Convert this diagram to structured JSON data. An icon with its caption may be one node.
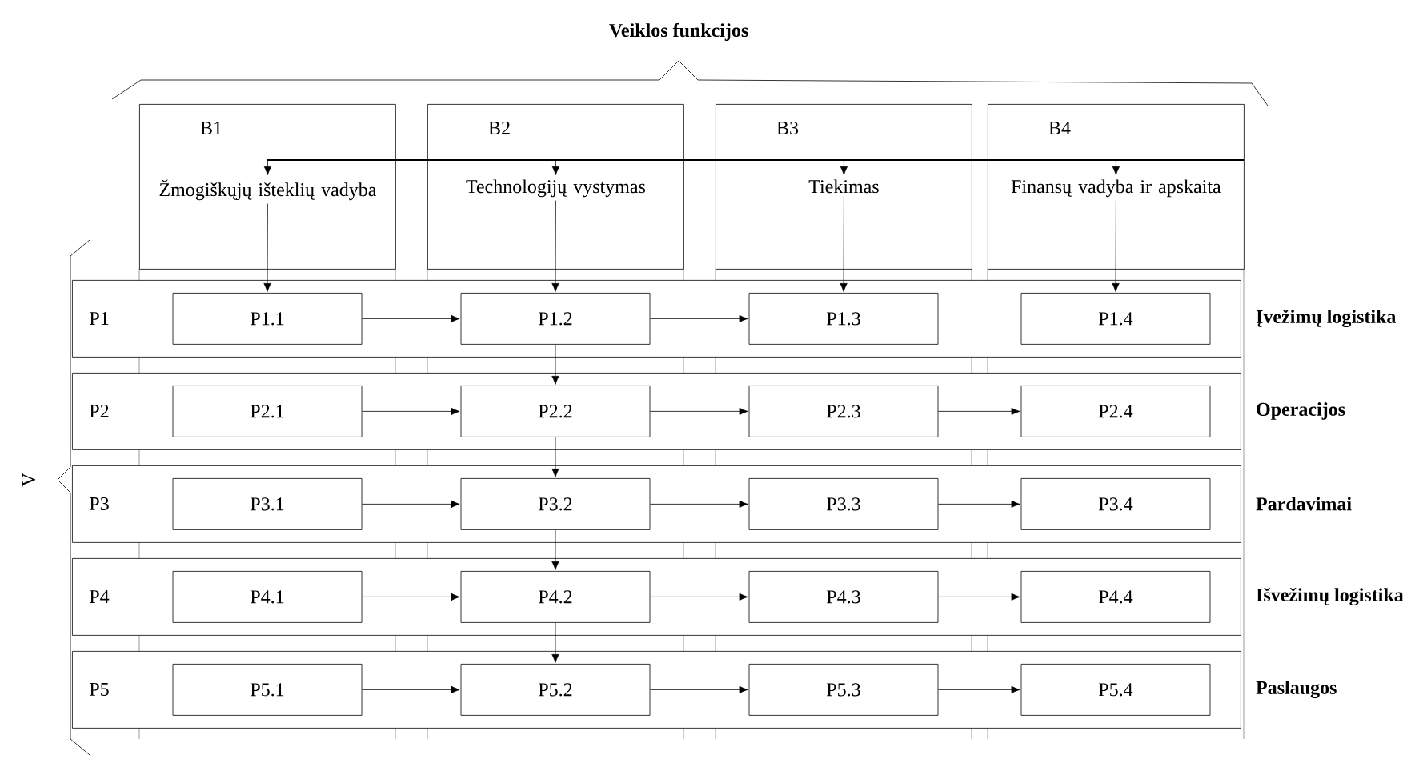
{
  "diagram": {
    "nodes": [
      {
        "text": [],
        "shape": "bar"
      },
      {
        "text": [
          "B1"
        ]
      },
      {
        "text": [
          "Žmogiškųjų išteklių vadyba"
        ],
        "in": 1
      },
      {
        "text": [
          "B2"
        ]
      },
      {
        "text": [
          "Technologijų vystymas"
        ],
        "in": 3
      },
      {
        "text": [
          "B3"
        ]
      },
      {
        "text": [
          "Tiekimas"
        ],
        "in": 5
      },
      {
        "text": [
          "B4"
        ]
      },
      {
        "text": [
          "Finansų vadyba ir apskaita"
        ],
        "in": 7
      },
      {
        "text": [
          "P1",
          "Įvežimų logistika"
        ]
      },
      {
        "text": [
          "P1.1"
        ],
        "in": 9
      },
      {
        "text": [
          "P1.2"
        ],
        "in": 9
      },
      {
        "text": [
          "P1.3"
        ],
        "in": 9
      },
      {
        "text": [
          "P1.4"
        ],
        "in": 9
      },
      {
        "text": [
          "P2",
          "Operacijos"
        ]
      },
      {
        "text": [
          "P2.1"
        ],
        "in": 14
      },
      {
        "text": [
          "P2.2"
        ],
        "in": 14
      },
      {
        "text": [
          "P2.3"
        ],
        "in": 14
      },
      {
        "text": [
          "P2.4"
        ],
        "in": 14
      },
      {
        "text": [
          "P3",
          "Pardavimai"
        ]
      },
      {
        "text": [
          "P3.1"
        ],
        "in": 19
      },
      {
        "text": [
          "P3.2"
        ],
        "in": 19
      },
      {
        "text": [
          "P3.3"
        ],
        "in": 19
      },
      {
        "text": [
          "P3.4"
        ],
        "in": 19
      },
      {
        "text": [
          "P4",
          "Išvežimų logistika"
        ]
      },
      {
        "text": [
          "P4.1"
        ],
        "in": 24
      },
      {
        "text": [
          "P4.2"
        ],
        "in": 24
      },
      {
        "text": [
          "P4.3"
        ],
        "in": 24
      },
      {
        "text": [
          "P4.4"
        ],
        "in": 24
      },
      {
        "text": [
          "P5",
          "Paslaugos"
        ]
      },
      {
        "text": [
          "P5.1"
        ],
        "in": 29
      },
      {
        "text": [
          "P5.2"
        ],
        "in": 29
      },
      {
        "text": [
          "P5.3"
        ],
        "in": 29
      },
      {
        "text": [
          "P5.4"
        ],
        "in": 29
      }
    ],
    "edges": [
      {
        "from": 0,
        "to": 2,
        "arrow": "to"
      },
      {
        "from": 0,
        "to": 4,
        "arrow": "to"
      },
      {
        "from": 0,
        "to": 6,
        "arrow": "to"
      },
      {
        "from": 0,
        "to": 8,
        "arrow": "to"
      },
      {
        "from": 2,
        "to": 10,
        "arrow": "to"
      },
      {
        "from": 4,
        "to": 11,
        "arrow": "to"
      },
      {
        "from": 6,
        "to": 12,
        "arrow": "to"
      },
      {
        "from": 8,
        "to": 13,
        "arrow": "to"
      },
      {
        "from": 10,
        "to": 11,
        "arrow": "to"
      },
      {
        "from": 11,
        "to": 12,
        "arrow": "to"
      },
      {
        "from": 15,
        "to": 16,
        "arrow": "to"
      },
      {
        "from": 16,
        "to": 17,
        "arrow": "to"
      },
      {
        "from": 17,
        "to": 18,
        "arrow": "to"
      },
      {
        "from": 20,
        "to": 21,
        "arrow": "to"
      },
      {
        "from": 21,
        "to": 22,
        "arrow": "to"
      },
      {
        "from": 22,
        "to": 23,
        "arrow": "to"
      },
      {
        "from": 25,
        "to": 26,
        "arrow": "to"
      },
      {
        "from": 26,
        "to": 27,
        "arrow": "to"
      },
      {
        "from": 27,
        "to": 28,
        "arrow": "to"
      },
      {
        "from": 30,
        "to": 31,
        "arrow": "to"
      },
      {
        "from": 31,
        "to": 32,
        "arrow": "to"
      },
      {
        "from": 32,
        "to": 33,
        "arrow": "to"
      },
      {
        "from": 11,
        "to": 16,
        "arrow": "to"
      },
      {
        "from": 16,
        "to": 21,
        "arrow": "to"
      },
      {
        "from": 21,
        "to": 26,
        "arrow": "to"
      },
      {
        "from": 26,
        "to": 31,
        "arrow": "to"
      }
    ],
    "labels": [
      "Veiklos funkcijos",
      "V"
    ]
  }
}
